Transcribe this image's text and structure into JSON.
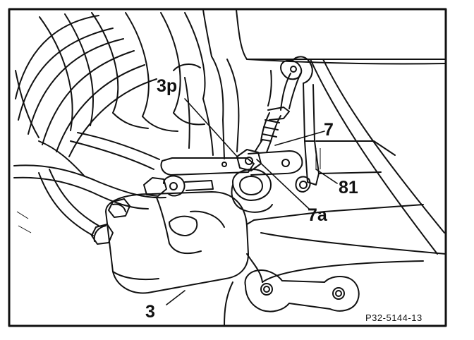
{
  "callouts": {
    "label_3p": "3p",
    "label_7": "7",
    "label_81": "81",
    "label_7a": "7a",
    "label_3": "3"
  },
  "figure_ref": "P32-5144-13",
  "colors": {
    "ink": "#111111",
    "paper": "#ffffff"
  }
}
